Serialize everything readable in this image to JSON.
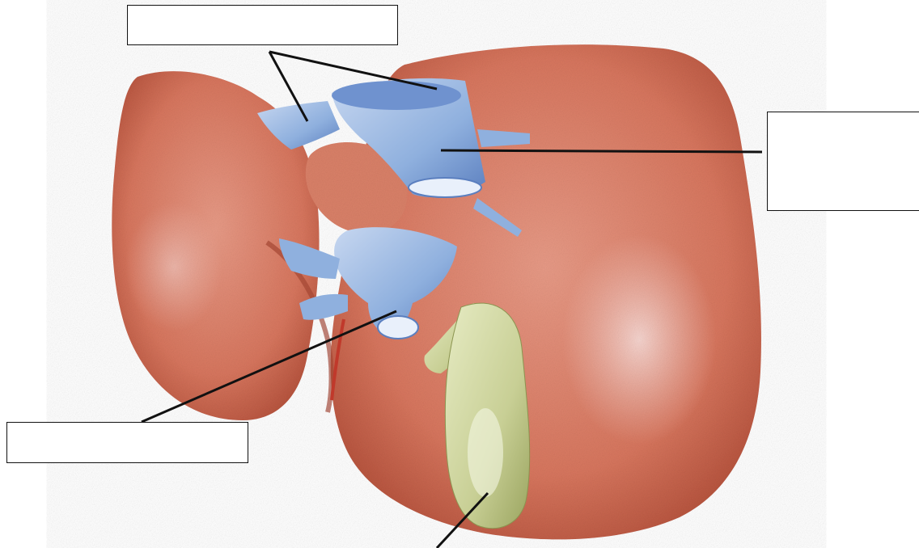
{
  "diagram": {
    "subject": "liver-posterior-view-illustration",
    "labels": [
      {
        "id": "top",
        "text": ""
      },
      {
        "id": "right",
        "text": ""
      },
      {
        "id": "left",
        "text": ""
      },
      {
        "id": "bottom",
        "text": ""
      }
    ]
  },
  "colors": {
    "liver": "#d7765e",
    "liver_shadow": "#b8553f",
    "liver_highlight": "#f1c3bb",
    "vein": "#8fb0de",
    "vein_dark": "#5b7fbf",
    "gallbladder": "#c8cf95",
    "gallbladder_dark": "#9aa45f",
    "leader_line": "#111111"
  }
}
